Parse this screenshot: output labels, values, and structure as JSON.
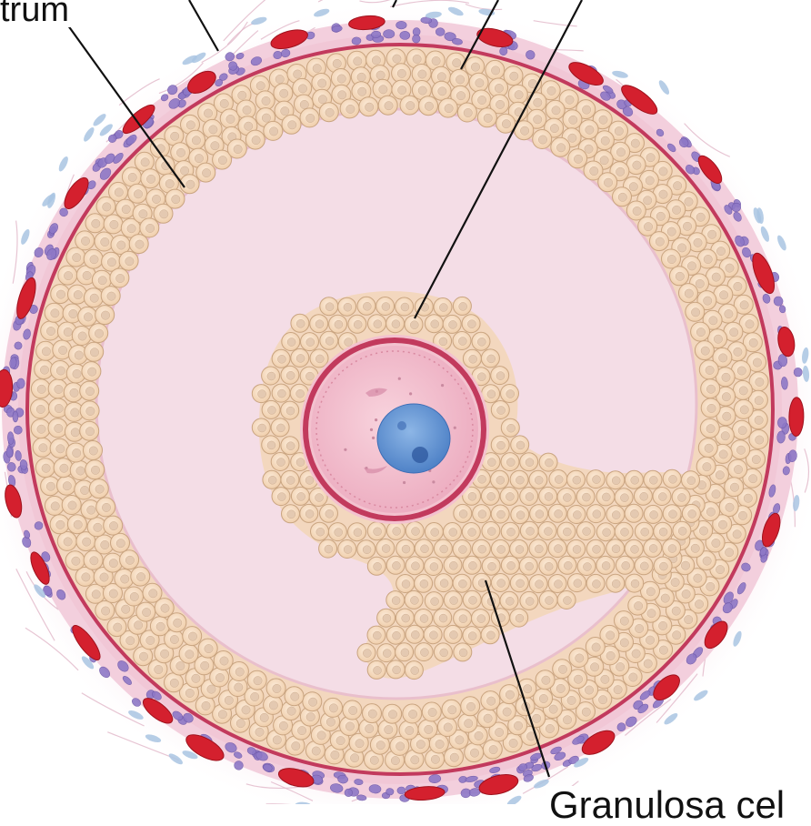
{
  "labels": {
    "top_left": "trum",
    "bottom_right": "Granulosa cel"
  },
  "icons": {
    "figure": "ovarian-follicle-illustration"
  },
  "colors": {
    "background": "#ffffff",
    "theca_pink": "#f6d4e0",
    "antrum": "#f4dde6",
    "cell_fill": "#f7ddc2",
    "cell_edge": "#c9a480",
    "basement_membrane": "#c23a5d",
    "blood_vessel": "#d4202e",
    "theca_cell": "#8e78c6",
    "oocyte": "#f2b9c9",
    "nucleus": "#6f9fd8",
    "leader_line": "#111111"
  }
}
